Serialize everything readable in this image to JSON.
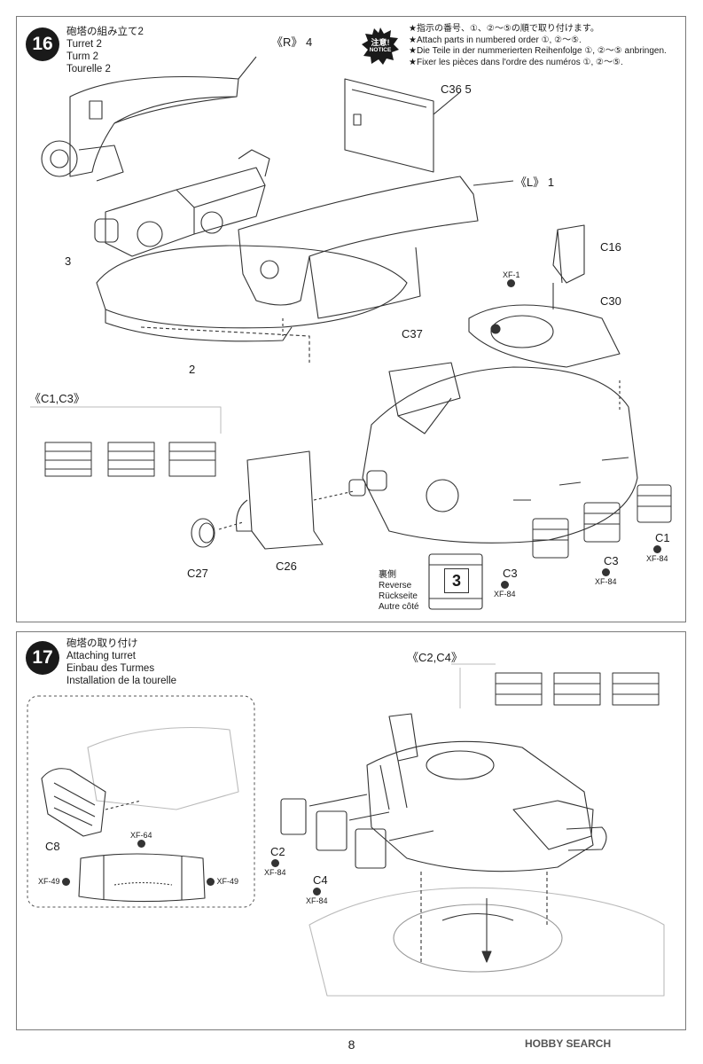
{
  "step16": {
    "number": "16",
    "title_ja": "砲塔の組み立て2",
    "title_en": "Turret 2",
    "title_de": "Turm 2",
    "title_fr": "Tourelle 2",
    "notice_top": "注意!",
    "notice_bottom": "NOTICE",
    "notes": [
      "★指示の番号、①、②～⑤の順で取り付けます。",
      "★Attach parts in numbered order ①, ②～⑤.",
      "★Die Teile in der nummerierten Reihenfolge ①, ②～⑤ anbringen.",
      "★Fixer les pièces dans l'ordre des numéros ①, ②～⑤."
    ],
    "labels": {
      "r4": "《R》 4",
      "c36": "C36 5",
      "l1": "《L》 1",
      "n3": "3",
      "n2": "2",
      "c16": "C16",
      "c30": "C30",
      "c37": "C37",
      "xf1": "XF-1",
      "c1c3": "《C1,C3》",
      "c27": "C27",
      "c26": "C26",
      "c1": "C1",
      "c3a": "C3",
      "c3b": "C3",
      "xf84a": "XF-84",
      "xf84b": "XF-84",
      "xf84c": "XF-84",
      "reverse_ja": "裏側",
      "reverse_en": "Reverse",
      "reverse_de": "Rückseite",
      "reverse_fr": "Autre côté",
      "reverse_num": "3"
    }
  },
  "step17": {
    "number": "17",
    "title_ja": "砲塔の取り付け",
    "title_en": "Attaching turret",
    "title_de": "Einbau des Turmes",
    "title_fr": "Installation de la tourelle",
    "labels": {
      "c2c4": "《C2,C4》",
      "c8": "C8",
      "xf64": "XF-64",
      "xf49a": "XF-49",
      "xf49b": "XF-49",
      "c2": "C2",
      "c4": "C4",
      "xf84a": "XF-84",
      "xf84b": "XF-84"
    }
  },
  "page_number": "8",
  "watermark": "HOBBY SEARCH"
}
